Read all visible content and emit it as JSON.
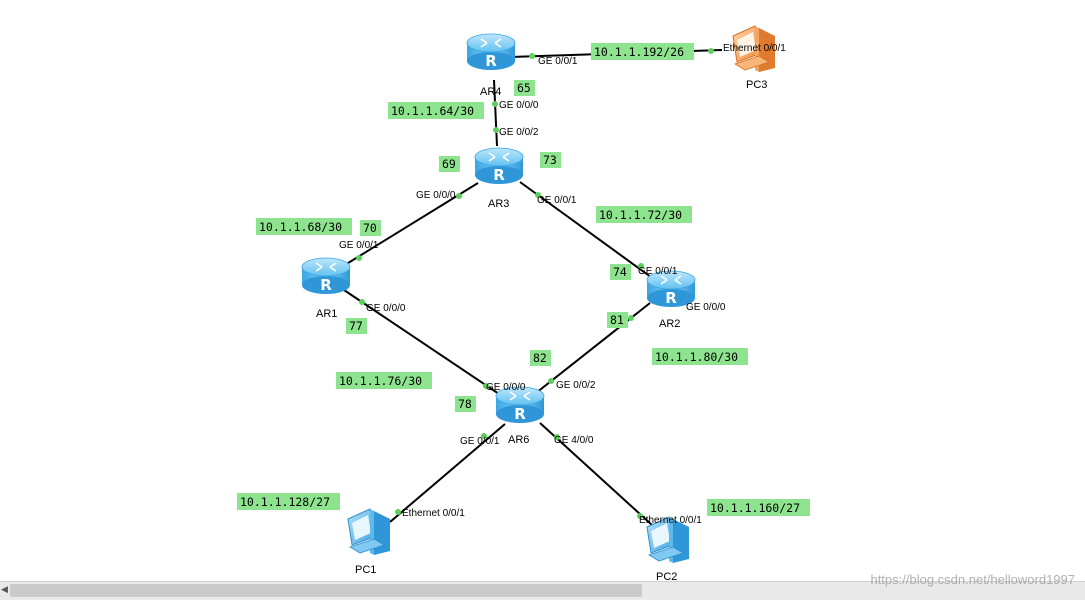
{
  "devices": {
    "ar4": {
      "name": "AR4",
      "icon": "router-icon"
    },
    "ar3": {
      "name": "AR3",
      "icon": "router-icon"
    },
    "ar1": {
      "name": "AR1",
      "icon": "router-icon"
    },
    "ar2": {
      "name": "AR2",
      "icon": "router-icon"
    },
    "ar6": {
      "name": "AR6",
      "icon": "router-icon"
    },
    "pc1": {
      "name": "PC1",
      "icon": "pc-icon"
    },
    "pc2": {
      "name": "PC2",
      "icon": "pc-icon"
    },
    "pc3": {
      "name": "PC3",
      "icon": "pc-icon"
    }
  },
  "interfaces": {
    "ar4_ge001": "GE 0/0/1",
    "pc3_eth": "Ethernet 0/0/1",
    "ar4_ge000": "GE 0/0/0",
    "ar3_ge002": "GE 0/0/2",
    "ar3_ge000": "GE 0/0/0",
    "ar3_ge001": "GE 0/0/1",
    "ar1_ge001": "GE 0/0/1",
    "ar1_ge000": "GE 0/0/0",
    "ar2_ge001": "GE 0/0/1",
    "ar2_ge000": "GE 0/0/0",
    "ar6_ge000": "GE 0/0/0",
    "ar6_ge002": "GE 0/0/2",
    "ar6_ge001": "GE 0/0/1",
    "ar6_ge400": "GE 4/0/0",
    "pc1_eth": "Ethernet 0/0/1",
    "pc2_eth": "Ethernet 0/0/1"
  },
  "networks": {
    "ar4_pc3": "10.1.1.192/26",
    "ar4_ar3": "10.1.1.64/30",
    "ar3_ar1": "10.1.1.68/30",
    "ar3_ar2": "10.1.1.72/30",
    "ar1_ar6": "10.1.1.76/30",
    "ar2_ar6": "10.1.1.80/30",
    "ar6_pc1": "10.1.1.128/27",
    "ar6_pc2": "10.1.1.160/27"
  },
  "host_ids": {
    "ar4_ge000": "65",
    "ar3_ge000": "69",
    "ar3_ge001": "73",
    "ar1_ge001": "70",
    "ar1_ge000": "77",
    "ar2_ge001": "74",
    "ar2_ge000": "81",
    "ar6_ge000": "78",
    "ar6_ge002": "82"
  },
  "colors": {
    "tag_background": "#8ee48e",
    "link": "#000000",
    "port_dot": "#5bd05b",
    "router": "#4fb3ec",
    "pc": "#4fb3ec",
    "pc_highlight": "#f4a460"
  },
  "watermark": "https://blog.csdn.net/helloword1997"
}
